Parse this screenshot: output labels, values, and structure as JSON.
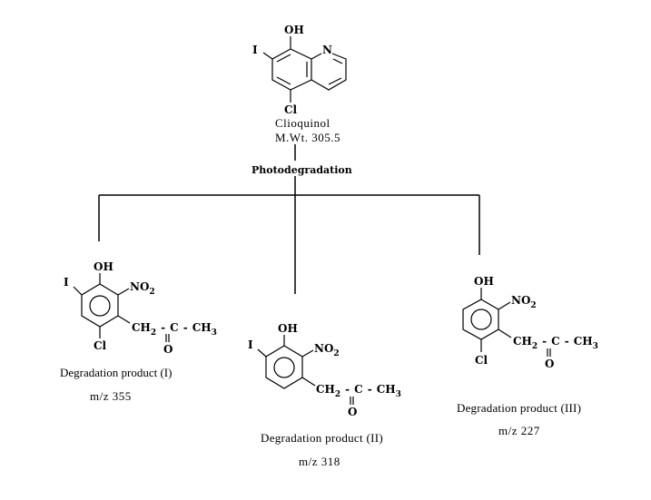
{
  "parent": {
    "atoms": {
      "oh": "OH",
      "i": "I",
      "n": "N",
      "cl": "Cl"
    },
    "name": "Clioquinol",
    "mw": "M.Wt. 305.5"
  },
  "process": "Photodegradation",
  "products": [
    {
      "atoms": {
        "oh": "OH",
        "i": "I",
        "no2": "NO",
        "no2_sub": "2",
        "cl": "Cl",
        "ch2": "CH",
        "ch2_sub": "2",
        "c": "C",
        "ch3": "CH",
        "ch3_sub": "3",
        "o": "O",
        "dash": "-"
      },
      "name": "Degradation product (I)",
      "mz": "m/z 355"
    },
    {
      "atoms": {
        "oh": "OH",
        "i": "I",
        "no2": "NO",
        "no2_sub": "2",
        "ch2": "CH",
        "ch2_sub": "2",
        "c": "C",
        "ch3": "CH",
        "ch3_sub": "3",
        "o": "O",
        "dash": "-"
      },
      "name": "Degradation product (II)",
      "mz": "m/z 318"
    },
    {
      "atoms": {
        "oh": "OH",
        "no2": "NO",
        "no2_sub": "2",
        "cl": "Cl",
        "ch2": "CH",
        "ch2_sub": "2",
        "c": "C",
        "ch3": "CH",
        "ch3_sub": "3",
        "o": "O",
        "dash": "-"
      },
      "name": "Degradation product (III)",
      "mz": "m/z 227"
    }
  ]
}
